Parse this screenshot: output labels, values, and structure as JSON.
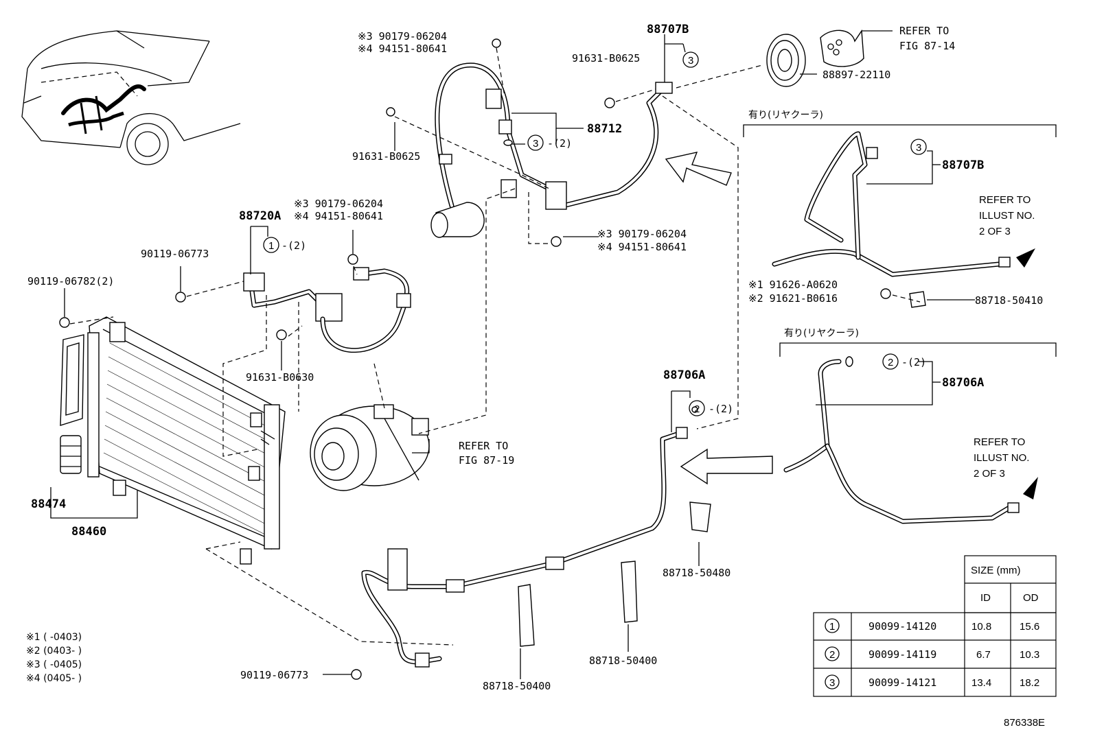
{
  "figure_code": "876338E",
  "labels": {
    "p88707B_top": "88707B",
    "p91631B0625_top": "91631-B0625",
    "p88897": "88897-22110",
    "refer_87_14_a": "REFER TO",
    "refer_87_14_b": "FIG 87-14",
    "nut_top_a": "※3 90179-06204",
    "nut_top_b": "※4 94151-80641",
    "p88712": "88712",
    "p91631B0625_left": "91631-B0625",
    "nut_mid_a": "※3 90179-06204",
    "nut_mid_b": "※4 94151-80641",
    "p88720A": "88720A",
    "nut_left_a": "※3 90179-06204",
    "nut_left_b": "※4 94151-80641",
    "p90119_06773_upper": "90119-06773",
    "p90119_06782": "90119-06782(2)",
    "p91631B0630": "91631-B0630",
    "refer_87_19_a": "REFER TO",
    "refer_87_19_b": "FIG 87-19",
    "p88474": "88474",
    "p88460": "88460",
    "p88706A_main": "88706A",
    "p88718_50480": "88718-50480",
    "p88718_50400_right": "88718-50400",
    "p88718_50400_left": "88718-50400",
    "p90119_06773_lower": "90119-06773",
    "rear_cooler_top": "有り(リヤクーラ)",
    "p88707B_right": "88707B",
    "refer_illust_top_a": "REFER TO",
    "refer_illust_top_b": "ILLUST NO.",
    "refer_illust_top_c": "2 OF 3",
    "bolt_right_a": "※1 91626-A0620",
    "bolt_right_b": "※2 91621-B0616",
    "p88718_50410": "88718-50410",
    "rear_cooler_bottom": "有り(リヤクーラ)",
    "p88706A_right": "88706A",
    "refer_illust_bot_a": "REFER TO",
    "refer_illust_bot_b": "ILLUST NO.",
    "refer_illust_bot_c": "2 OF 3",
    "qty_2": "-(2)",
    "circle_1": "1",
    "circle_2": "2",
    "circle_3": "3"
  },
  "notes": [
    "※1 (      -0403)",
    "※2 (0403-      )",
    "※3 (      -0405)",
    "※4 (0405-      )"
  ],
  "size_table": {
    "header": "SIZE (mm)",
    "col_id": "ID",
    "col_od": "OD",
    "rows": [
      {
        "ref": "1",
        "part": "90099-14120",
        "id": "10.8",
        "od": "15.6"
      },
      {
        "ref": "2",
        "part": "90099-14119",
        "id": "6.7",
        "od": "10.3"
      },
      {
        "ref": "3",
        "part": "90099-14121",
        "id": "13.4",
        "od": "18.2"
      }
    ]
  }
}
